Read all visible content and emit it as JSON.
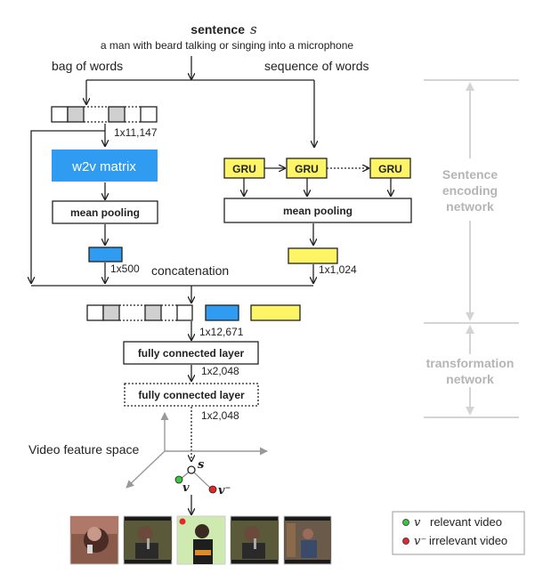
{
  "header": {
    "title": "sentence",
    "title_var": "s",
    "sentence": "a man with beard talking or singing into a microphone"
  },
  "branches": {
    "bag_of_words": "bag of words",
    "sequence_of_words": "sequence of words"
  },
  "bow_branch": {
    "dim_in": "1x11,147",
    "w2v_label": "w2v matrix",
    "pool_label": "mean pooling",
    "dim_out": "1x500"
  },
  "gru_branch": {
    "cells": [
      "GRU",
      "GRU",
      "GRU"
    ],
    "pool_label": "mean pooling",
    "dim_out": "1x1,024"
  },
  "concat": {
    "label": "concatenation",
    "dim": "1x12,671"
  },
  "fc": {
    "layer1": "fully connected layer",
    "dim1": "1x2,048",
    "layer2": "fully connected layer",
    "dim2": "1x2,048"
  },
  "space": {
    "label": "Video feature space",
    "s": "s",
    "v": "v",
    "v_neg": "v⁻"
  },
  "side_labels": {
    "encoding": [
      "Sentence",
      "encoding",
      "network"
    ],
    "transformation": [
      "transformation",
      "network"
    ]
  },
  "legend": {
    "items": [
      {
        "symbol": "v",
        "label": "relevant video",
        "color": "#3cc43c"
      },
      {
        "symbol": "v⁻",
        "label": "irrelevant video",
        "color": "#e02a2a"
      }
    ]
  },
  "videos": [
    {
      "desc": "woman singing into microphone"
    },
    {
      "desc": "man with beard and glasses, microphone"
    },
    {
      "desc": "man with beard, green background",
      "marked": "irrelevant"
    },
    {
      "desc": "man with beard and glasses, microphone"
    },
    {
      "desc": "man singing in room"
    }
  ],
  "colors": {
    "blue": "#2f9cf2",
    "yellow": "#fdf466",
    "gray_cell": "#d0d0d0",
    "side_gray": "#b5b5b5"
  }
}
